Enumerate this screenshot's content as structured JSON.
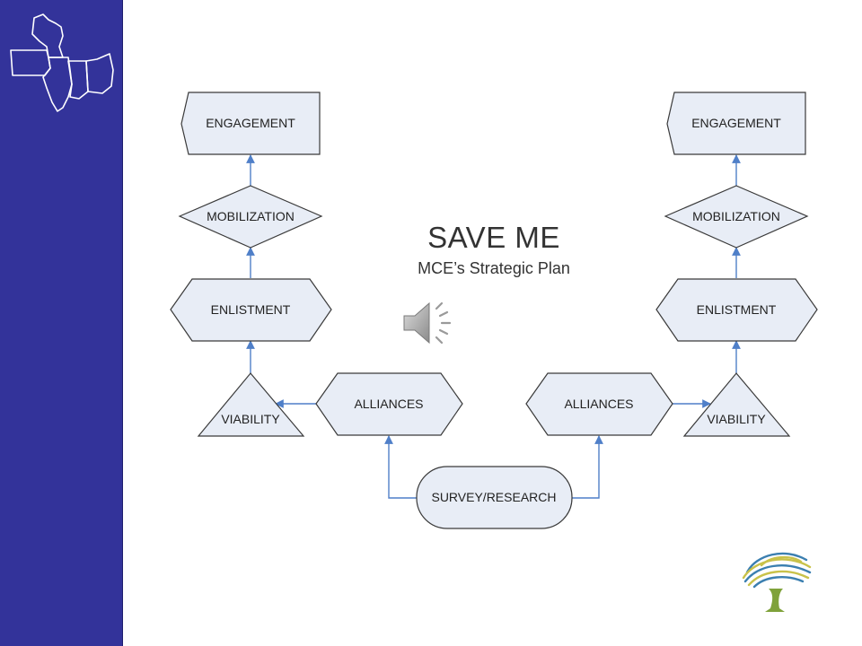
{
  "slide": {
    "title": "SAVE ME",
    "subtitle": "MCE’s Strategic Plan"
  },
  "diagram": {
    "left": {
      "engagement": "ENGAGEMENT",
      "mobilization": "MOBILIZATION",
      "enlistment": "ENLISTMENT",
      "viability": "VIABILITY",
      "alliances": "ALLIANCES"
    },
    "right": {
      "engagement": "ENGAGEMENT",
      "mobilization": "MOBILIZATION",
      "enlistment": "ENLISTMENT",
      "viability": "VIABILITY",
      "alliances": "ALLIANCES"
    },
    "root": "SURVEY/RESEARCH"
  },
  "icons": {
    "sidebar_logo": "midwest-states-map-icon",
    "audio": "speaker-icon",
    "brand": "tree-icon"
  },
  "colors": {
    "sidebar": "#33339a",
    "node_fill": "#e8edf6",
    "node_stroke": "#3a3a3a",
    "connector": "#4f7fc8",
    "tree_canopy_blue": "#3b7fb0",
    "tree_canopy_yellow": "#c9c24a",
    "tree_trunk": "#7fa23a"
  }
}
